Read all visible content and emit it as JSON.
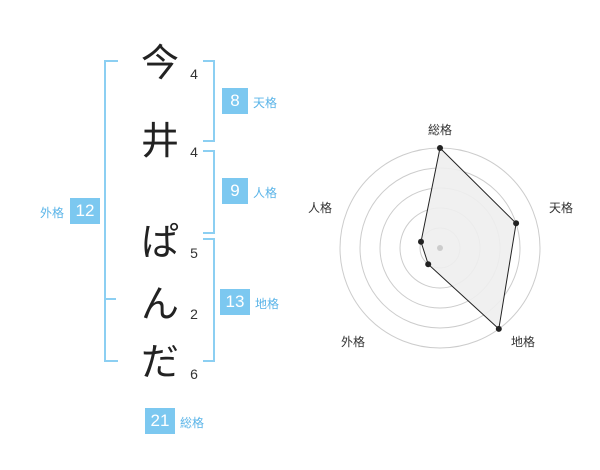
{
  "name": {
    "chars": [
      {
        "char": "今",
        "strokes": "4"
      },
      {
        "char": "井",
        "strokes": "4"
      },
      {
        "char": "ぱ",
        "strokes": "5"
      },
      {
        "char": "ん",
        "strokes": "2"
      },
      {
        "char": "だ",
        "strokes": "6"
      }
    ]
  },
  "kaku": {
    "tenkaku": {
      "label": "天格",
      "value": "8"
    },
    "jinkaku": {
      "label": "人格",
      "value": "9"
    },
    "chikaku": {
      "label": "地格",
      "value": "13"
    },
    "gaikaku": {
      "label": "外格",
      "value": "12"
    },
    "soukaku": {
      "label": "総格",
      "value": "21"
    }
  },
  "radar": {
    "axes": [
      "総格",
      "天格",
      "地格",
      "外格",
      "人格"
    ],
    "levels": 5,
    "values": [
      5,
      4,
      5,
      1,
      1
    ],
    "colors": {
      "ring": "#cccccc",
      "fill": "#eeeeee",
      "line": "#222222",
      "point": "#222222",
      "center": "#cccccc"
    }
  }
}
